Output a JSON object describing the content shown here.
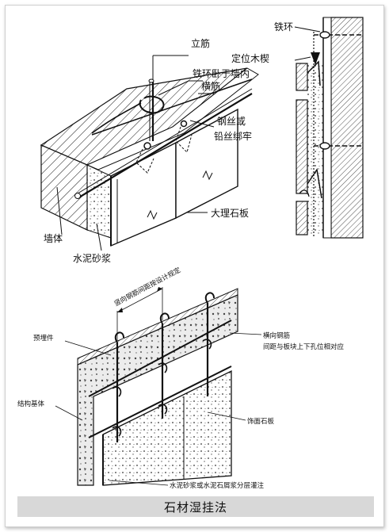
{
  "top_diagram": {
    "labels": {
      "vertical_bar": "立筋",
      "iron_ring_in_wall": "铁环卧于墙内",
      "horizontal_bar": "横筋",
      "wire_tie_line1": "钢丝或",
      "wire_tie_line2": "铅丝绑牢",
      "marble_slab": "大理石板",
      "wall": "墙体",
      "cement_mortar": "水泥砂浆",
      "iron_ring": "铁环",
      "wood_wedge": "定位木楔"
    }
  },
  "bottom_diagram": {
    "labels": {
      "vertical_rebar_spacing": "竖向钢筋间距按设计规定",
      "embedded_part": "预埋件",
      "horizontal_rebar_line1": "横向钢筋",
      "horizontal_rebar_line2": "间距与板块上下孔位相对应",
      "structural_base": "结构基体",
      "facing_stone": "饰面石板",
      "grout_layers": "水泥砂浆或水泥石屑浆分层灌注"
    }
  },
  "caption": "石材湿挂法"
}
